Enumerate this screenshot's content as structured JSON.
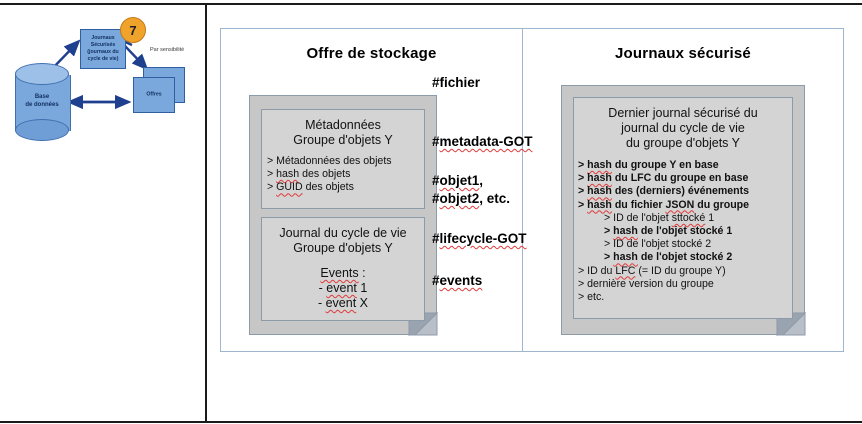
{
  "thumbnail": {
    "database": {
      "label": "Base\nde données"
    },
    "secure_logs": {
      "label": "Journaux\nSécurisés\n(journaux du\ncycle de vie)"
    },
    "offers": {
      "label": "Offres"
    },
    "badge": {
      "number": "7",
      "caption": "Par sensibilité"
    }
  },
  "main": {
    "left_column": {
      "title": "Offre de stockage",
      "metadata_box": {
        "title_line1": "Métadonnées",
        "title_line2": "Groupe d'objets Y",
        "bullets": [
          "> Métadonnées des objets",
          "> hash des objets",
          "> GUID des objets"
        ]
      },
      "lifecycle_box": {
        "title_line1": "Journal du cycle de vie",
        "title_line2": "Groupe d'objets Y",
        "events_label": "Events :",
        "events": [
          "- event 1",
          "- event X"
        ]
      }
    },
    "tags": {
      "fichier": "#fichier",
      "metadata_got": "#metadata-GOT",
      "objet1": "#objet1,",
      "objet2": "#objet2, etc.",
      "lifecycle_got": "#lifecycle-GOT",
      "events": "#events"
    },
    "right_column": {
      "title": "Journaux sécurisé",
      "secure_box": {
        "title_line1": "Dernier journal sécurisé du",
        "title_line2": "journal du cycle de vie",
        "title_line3": "du groupe d'objets Y",
        "bullets": [
          {
            "text": "> hash du groupe Y en base",
            "bold": true,
            "indent": 0
          },
          {
            "text": "> hash du LFC du groupe en base",
            "bold": true,
            "indent": 0
          },
          {
            "text": "> hash des (derniers) événements",
            "bold": true,
            "indent": 0
          },
          {
            "text": "> hash du fichier JSON du groupe",
            "bold": true,
            "indent": 0
          },
          {
            "text": "> ID de l'objet sttocké 1",
            "bold": false,
            "indent": 1
          },
          {
            "text": "> hash de l'objet stocké 1",
            "bold": true,
            "indent": 1
          },
          {
            "text": "> ID de l'objet stocké 2",
            "bold": false,
            "indent": 1
          },
          {
            "text": "> hash de l'objet stocké 2",
            "bold": true,
            "indent": 1
          },
          {
            "text": "> ID du LFC (= ID du groupe Y)",
            "bold": false,
            "indent": 0
          },
          {
            "text": "> dernière version du groupe",
            "bold": false,
            "indent": 0
          },
          {
            "text": "> etc.",
            "bold": false,
            "indent": 0
          }
        ]
      }
    },
    "arrow": {
      "name": "bidirectional-sync-arrow"
    }
  },
  "colors": {
    "accent_blue": "#7aa7dc",
    "badge_orange": "#f0a32a",
    "doc_gray": "#c7c7c7",
    "frame_blue": "#9fb6cf",
    "spell_red": "#e03a3a"
  }
}
